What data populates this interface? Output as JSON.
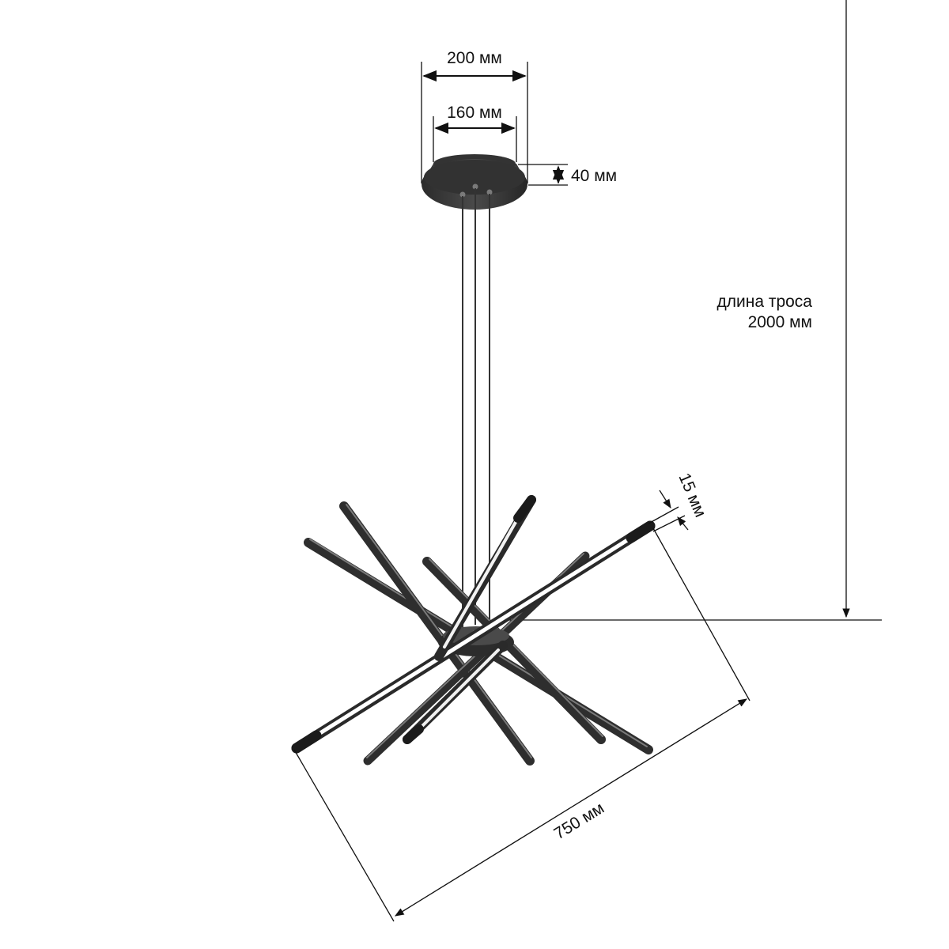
{
  "dimensions": {
    "canopy_outer": "200 мм",
    "canopy_inner": "160 мм",
    "canopy_height": "40 мм",
    "cable_length_line1": "длина троса",
    "cable_length_line2": "2000 мм",
    "rod_diameter": "15 мм",
    "overall_width": "750 мм"
  },
  "colors": {
    "ink": "#111111",
    "metal": "#3a3a3a",
    "metal_dark": "#2a2a2a",
    "glow": "#ffffff"
  }
}
